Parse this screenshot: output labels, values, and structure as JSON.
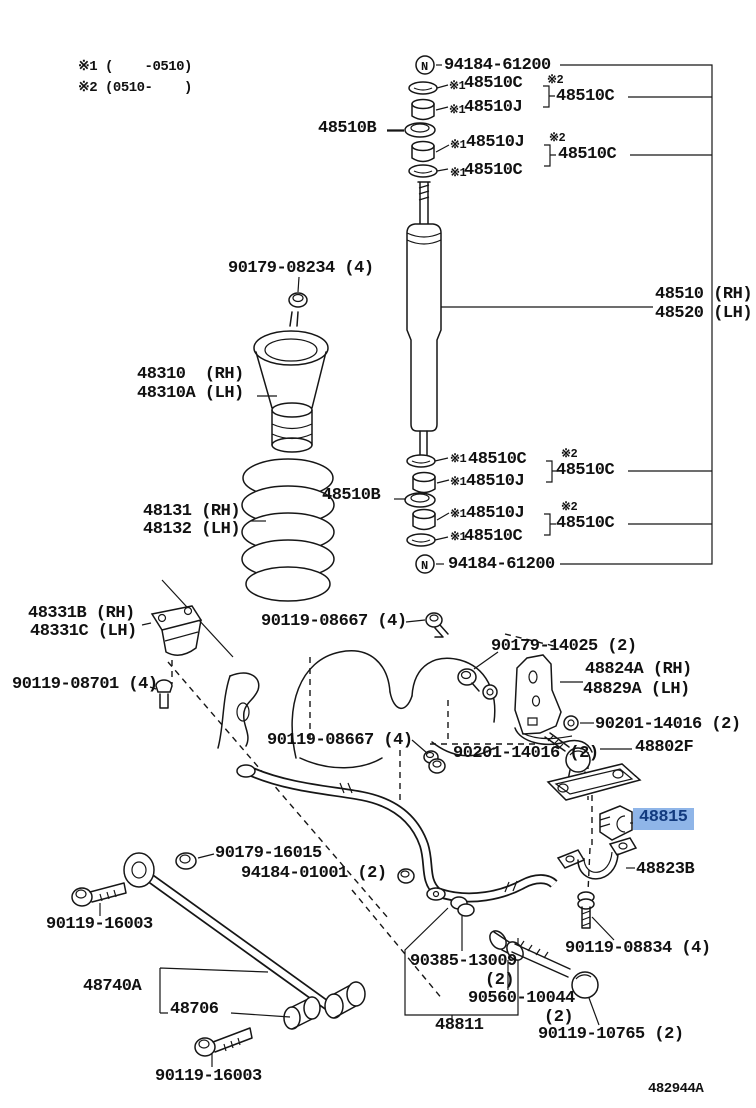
{
  "diagram": {
    "footer_code": "482944A",
    "legend": {
      "note1": "※1 (    -0510)",
      "note2": "※2 (0510-    )"
    }
  },
  "symbols": {
    "nut": "N",
    "ref1": "※1",
    "ref2": "※2"
  },
  "highlight": {
    "part": "48815",
    "bg": "#8FB5E8",
    "fg": "#123A7E"
  },
  "parts": {
    "p94184_61200": "94184-61200",
    "p48510C": "48510C",
    "p48510J": "48510J",
    "p48510B": "48510B",
    "shock_rh": "48510 (RH)",
    "shock_lh": "48520 (LH)",
    "p90179_08234": "90179-08234 (4)",
    "p48310_rh": "48310  (RH)",
    "p48310a_lh": "48310A (LH)",
    "p48131_rh": "48131 (RH)",
    "p48132_lh": "48132 (LH)",
    "p48331b_rh": "48331B (RH)",
    "p48331c_lh": "48331C (LH)",
    "p90119_08667": "90119-08667 (4)",
    "p90119_08701": "90119-08701 (4)",
    "p90179_14025": "90179-14025 (2)",
    "p48824a_rh": "48824A (RH)",
    "p48829a_lh": "48829A (LH)",
    "p90201_14016": "90201-14016 (2)",
    "p48802f": "48802F",
    "p48815": "48815",
    "p48823b": "48823B",
    "p90179_16015": "90179-16015",
    "p94184_01001": "94184-01001 (2)",
    "p90119_16003": "90119-16003",
    "p90119_08834": "90119-08834 (4)",
    "p90385_13009": "90385-13009",
    "p90560_10044": "90560-10044",
    "qty2": "(2)",
    "p48811": "48811",
    "p90119_10765": "90119-10765 (2)",
    "p48740a": "48740A",
    "p48706": "48706"
  }
}
